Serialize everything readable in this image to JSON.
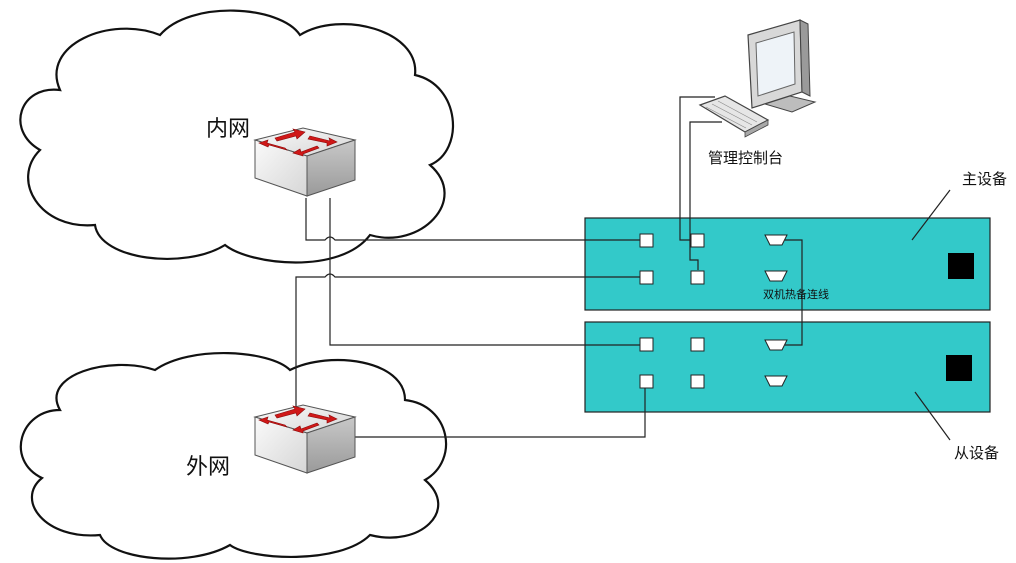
{
  "labels": {
    "inner_network": "内网",
    "outer_network": "外网",
    "console": "管理控制台",
    "primary_device": "主设备",
    "secondary_device": "从设备",
    "ha_link": "双机热备连线"
  },
  "colors": {
    "device_fill": "#33c9c9",
    "line": "#222222",
    "switch_face": "#e4e4e4",
    "arrow": "#d01818",
    "indicator": "#000000"
  },
  "icons": {
    "switch": "network-switch-icon",
    "computer": "computer-terminal-icon"
  }
}
